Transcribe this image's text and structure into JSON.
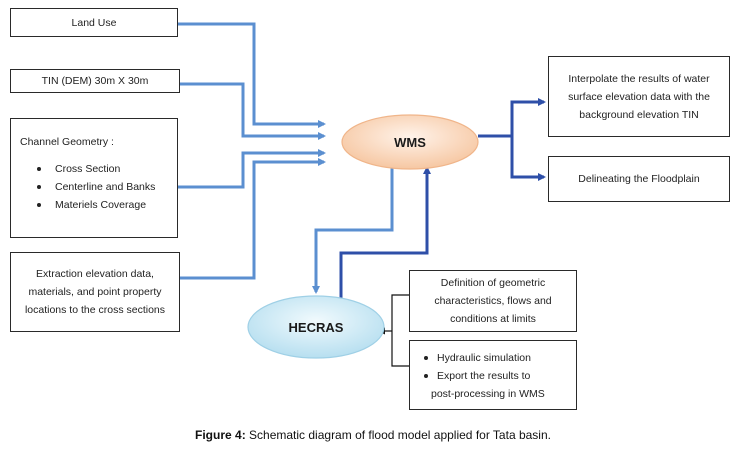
{
  "inputs": {
    "land_use": "Land Use",
    "tin_dem": "TIN (DEM) 30m X 30m",
    "channel_geometry": {
      "title": "Channel Geometry :",
      "items": [
        "Cross Section",
        "Centerline and Banks",
        "Materiels Coverage"
      ]
    },
    "extraction": [
      "Extraction elevation data,",
      "materials, and point property",
      "locations to the cross sections"
    ]
  },
  "nodes": {
    "wms": "WMS",
    "hecras": "HECRAS"
  },
  "outputs": {
    "interpolate": [
      "Interpolate the results of water",
      "surface elevation data with the",
      "background elevation TIN"
    ],
    "delineate": "Delineating the Floodplain"
  },
  "hecras_steps": {
    "definition": [
      "Definition of geometric",
      "characteristics, flows and",
      "conditions at limits"
    ],
    "simulation": {
      "items": [
        "Hydraulic simulation",
        "Export the results to"
      ],
      "continuation": "post-processing in WMS"
    }
  },
  "caption": {
    "label": "Figure 4:",
    "text": " Schematic diagram of flood model applied for Tata basin."
  },
  "colors": {
    "light_arrow": "#5b8fd0",
    "dark_arrow": "#2e4fa8",
    "wms_fill": "#fbd9bf",
    "hecras_fill": "#cbe8f4"
  }
}
